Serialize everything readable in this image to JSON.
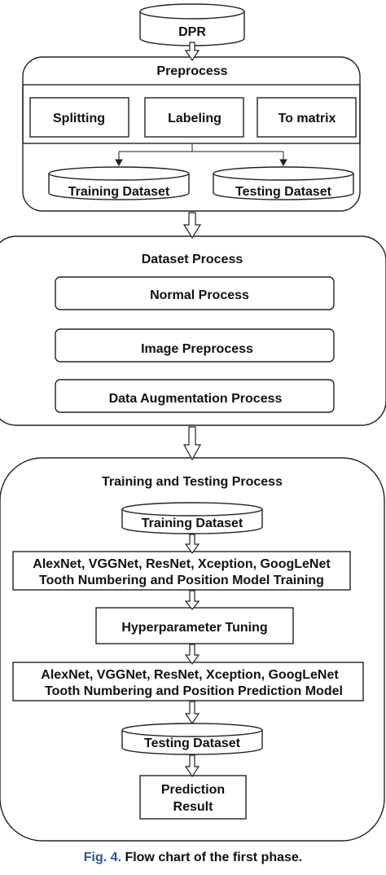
{
  "diagram": {
    "dpr": "DPR",
    "preprocess": {
      "title": "Preprocess",
      "steps": [
        "Splitting",
        "Labeling",
        "To matrix"
      ],
      "outputs": [
        "Training Dataset",
        "Testing Dataset"
      ]
    },
    "dataset_process": {
      "title": "Dataset Process",
      "steps": [
        "Normal Process",
        "Image Preprocess",
        "Data Augmentation Process"
      ]
    },
    "training_testing": {
      "title": "Training and Testing Process",
      "training_dataset": "Training Dataset",
      "model_training": [
        "AlexNet, VGGNet, ResNet, Xception, GoogLeNet",
        "Tooth Numbering and Position Model Training"
      ],
      "tuning": "Hyperparameter Tuning",
      "prediction_model": [
        "AlexNet, VGGNet, ResNet, Xception, GoogLeNet",
        "Tooth Numbering and Position Prediction Model"
      ],
      "testing_dataset": "Testing Dataset",
      "result": [
        "Prediction",
        "Result"
      ]
    }
  },
  "caption": {
    "figure": "Fig. 4.",
    "text": "Flow chart of the first phase."
  }
}
